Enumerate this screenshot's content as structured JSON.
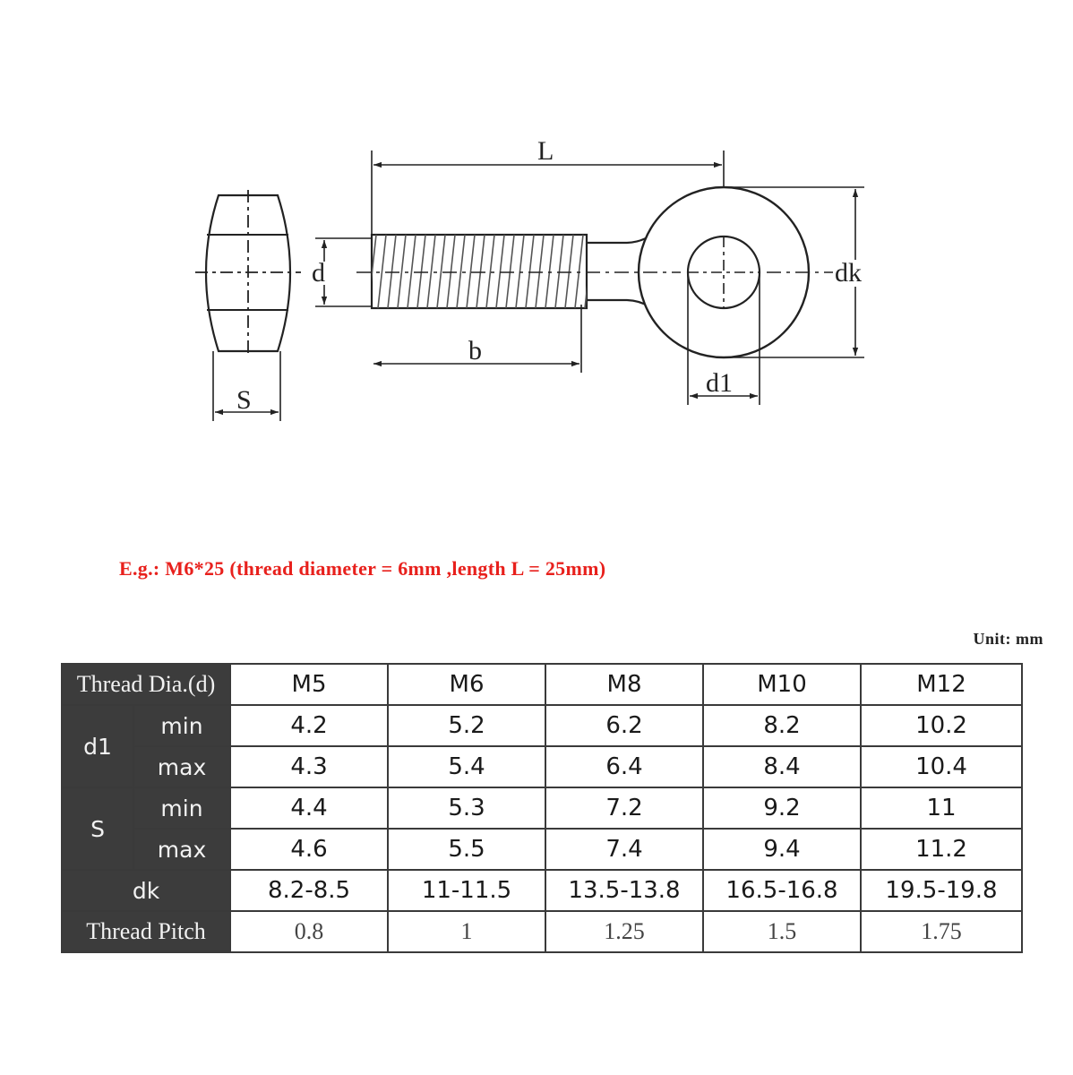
{
  "diagram": {
    "labels": {
      "L": "L",
      "d": "d",
      "b": "b",
      "dk": "dk",
      "d1": "d1",
      "S": "S"
    }
  },
  "example_note": "E.g.: M6*25 (thread diameter = 6mm ,length L = 25mm)",
  "unit": "Unit: mm",
  "table": {
    "header_label": "Thread Dia.(d)",
    "sizes": [
      "M5",
      "M6",
      "M8",
      "M10",
      "M12"
    ],
    "d1_label": "d1",
    "s_label": "S",
    "min_label": "min",
    "max_label": "max",
    "dk_label": "dk",
    "pitch_label": "Thread Pitch",
    "d1_min": [
      "4.2",
      "5.2",
      "6.2",
      "8.2",
      "10.2"
    ],
    "d1_max": [
      "4.3",
      "5.4",
      "6.4",
      "8.4",
      "10.4"
    ],
    "s_min": [
      "4.4",
      "5.3",
      "7.2",
      "9.2",
      "11"
    ],
    "s_max": [
      "4.6",
      "5.5",
      "7.4",
      "9.4",
      "11.2"
    ],
    "dk": [
      "8.2-8.5",
      "11-11.5",
      "13.5-13.8",
      "16.5-16.8",
      "19.5-19.8"
    ],
    "pitch": [
      "0.8",
      "1",
      "1.25",
      "1.5",
      "1.75"
    ]
  }
}
